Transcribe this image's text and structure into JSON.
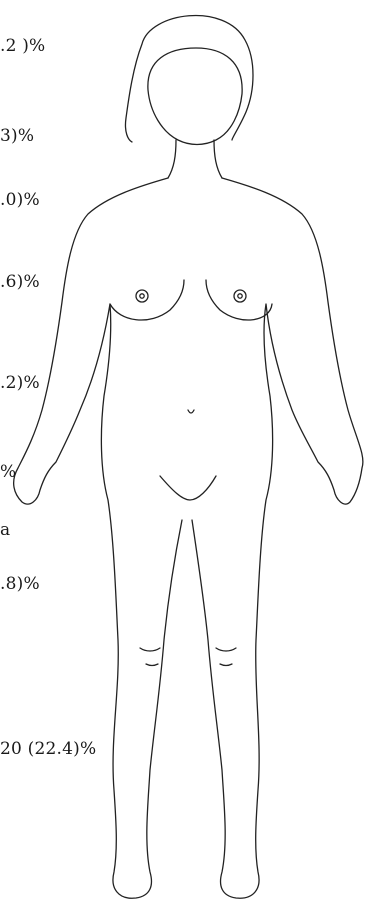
{
  "labels": [
    ".2 )%",
    "3)%",
    ".0)%",
    ".6)%",
    ".2)%",
    "%",
    "a",
    ".8)%",
    "20 (22.4)%"
  ],
  "figure": {
    "title": "",
    "outline_color": "#222222",
    "background": "#ffffff"
  }
}
